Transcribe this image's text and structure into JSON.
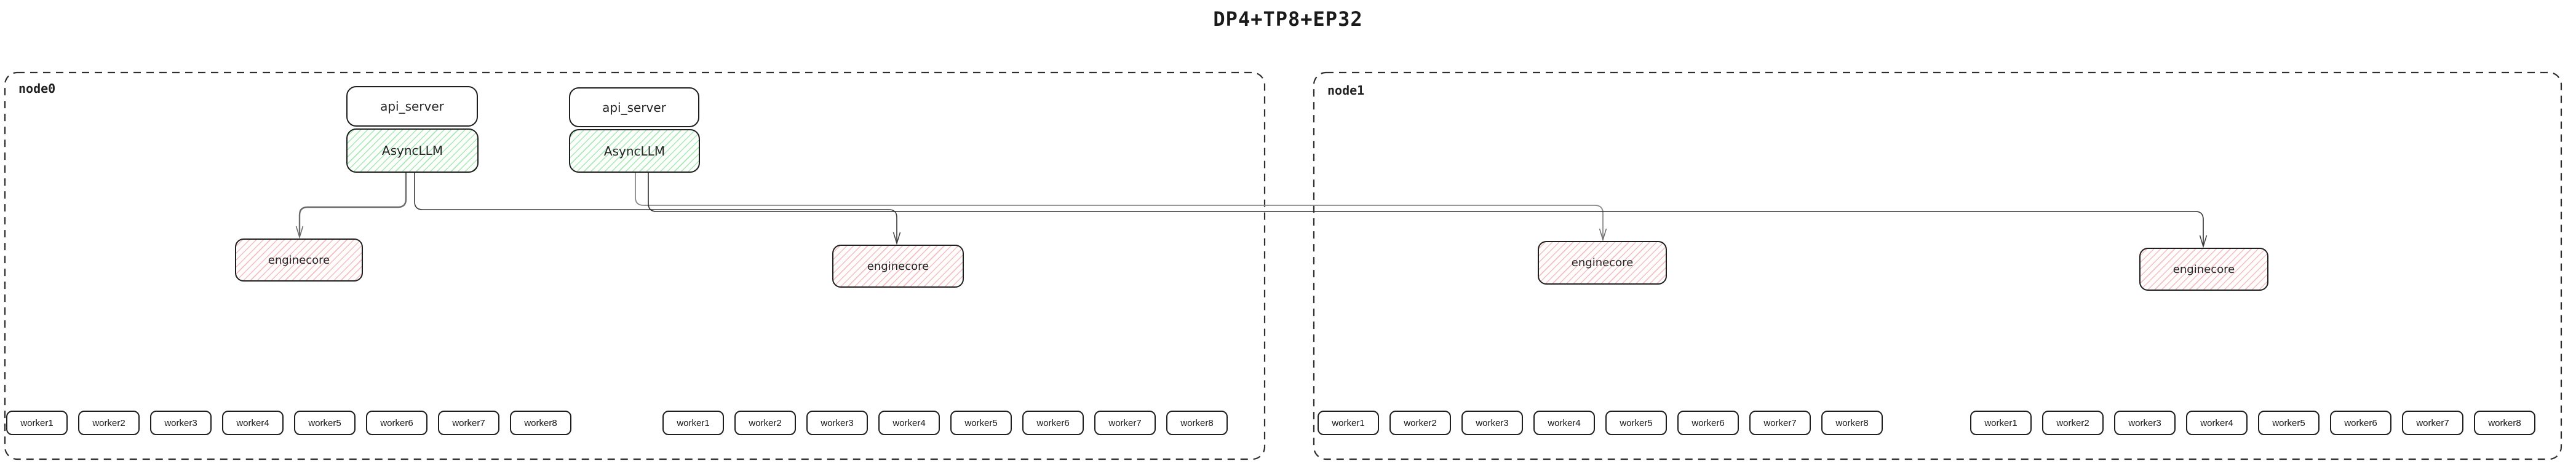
{
  "title": "DP4+TP8+EP32",
  "nodes": [
    {
      "label": "node0",
      "stacks": [
        {
          "api_server": "api_server",
          "asyncllm": "AsyncLLM"
        },
        {
          "api_server": "api_server",
          "asyncllm": "AsyncLLM"
        }
      ],
      "enginecores": [
        "enginecore",
        "enginecore"
      ],
      "worker_rows": [
        [
          "worker1",
          "worker2",
          "worker3",
          "worker4",
          "worker5",
          "worker6",
          "worker7",
          "worker8"
        ],
        [
          "worker1",
          "worker2",
          "worker3",
          "worker4",
          "worker5",
          "worker6",
          "worker7",
          "worker8"
        ]
      ]
    },
    {
      "label": "node1",
      "enginecores": [
        "enginecore",
        "enginecore"
      ],
      "worker_rows": [
        [
          "worker1",
          "worker2",
          "worker3",
          "worker4",
          "worker5",
          "worker6",
          "worker7",
          "worker8"
        ],
        [
          "worker1",
          "worker2",
          "worker3",
          "worker4",
          "worker5",
          "worker6",
          "worker7",
          "worker8"
        ]
      ]
    }
  ],
  "colors": {
    "border": "#1f1f1f",
    "green_hatch": "#a7e8b4",
    "pink_hatch": "#f3bfbf",
    "wire_dark": "#3a3a3a",
    "wire_gray": "#8a8a8a",
    "wire_thick_gray": "#6a6a6a",
    "node_dash": "#2e2e2e"
  }
}
